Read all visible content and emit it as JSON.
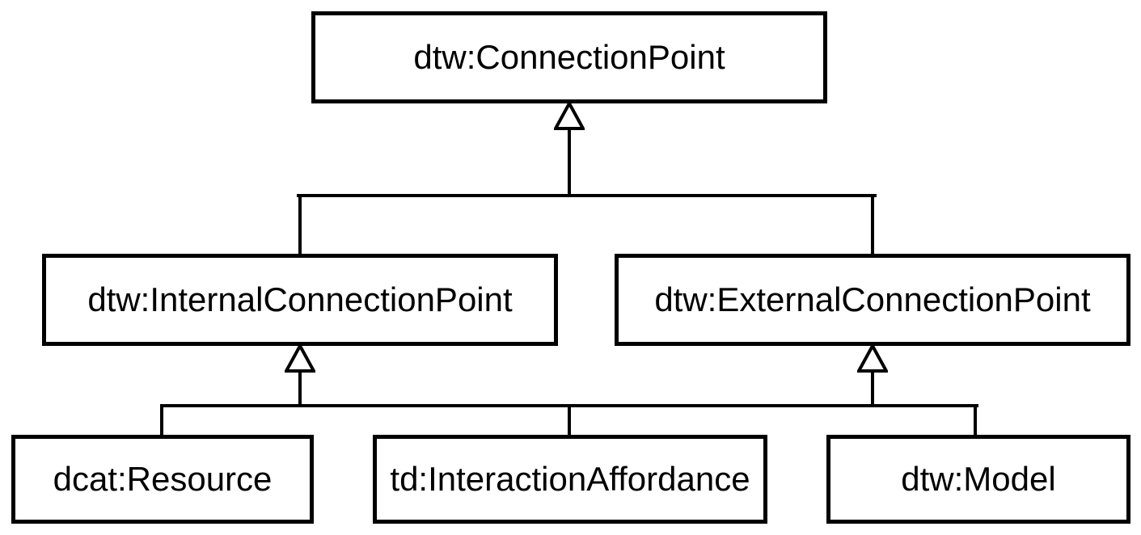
{
  "diagram": {
    "colors": {
      "line": "#000000",
      "text": "#000000",
      "box_fill": "#ffffff",
      "background": "#ffffff"
    },
    "nodes": [
      {
        "id": "dtw-connection-point",
        "label": "dtw:ConnectionPoint"
      },
      {
        "id": "dtw-internal-connection-point",
        "label": "dtw:InternalConnectionPoint"
      },
      {
        "id": "dtw-external-connection-point",
        "label": "dtw:ExternalConnectionPoint"
      },
      {
        "id": "dcat-resource",
        "label": "dcat:Resource"
      },
      {
        "id": "td-interaction-affordance",
        "label": "td:InteractionAffordance"
      },
      {
        "id": "dtw-model",
        "label": "dtw:Model"
      }
    ],
    "edges": [
      {
        "from": "dtw-internal-connection-point",
        "to": "dtw-connection-point",
        "type": "subclass-of"
      },
      {
        "from": "dtw-external-connection-point",
        "to": "dtw-connection-point",
        "type": "subclass-of"
      },
      {
        "from": "dcat-resource",
        "to": "dtw-internal-connection-point",
        "type": "subclass-of"
      },
      {
        "from": "dcat-resource",
        "to": "dtw-external-connection-point",
        "type": "subclass-of"
      },
      {
        "from": "td-interaction-affordance",
        "to": "dtw-internal-connection-point",
        "type": "subclass-of"
      },
      {
        "from": "td-interaction-affordance",
        "to": "dtw-external-connection-point",
        "type": "subclass-of"
      },
      {
        "from": "dtw-model",
        "to": "dtw-internal-connection-point",
        "type": "subclass-of"
      },
      {
        "from": "dtw-model",
        "to": "dtw-external-connection-point",
        "type": "subclass-of"
      }
    ]
  }
}
